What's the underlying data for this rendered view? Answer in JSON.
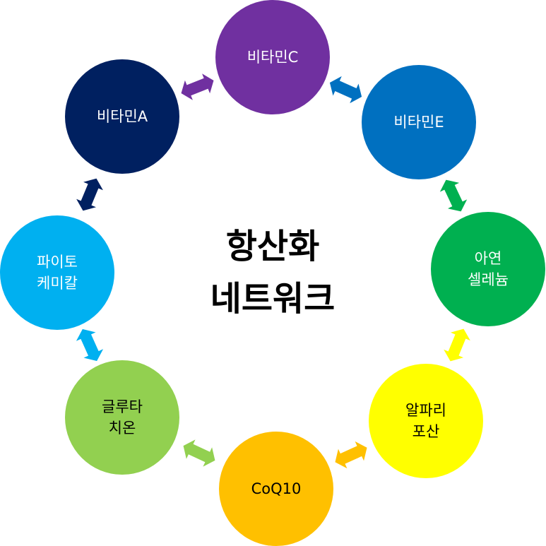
{
  "title": {
    "line1": "항산화",
    "line2": "네트워크"
  },
  "nodes": [
    {
      "id": "vitamin-c",
      "lines": [
        "비타민C"
      ],
      "color": "#7030A0",
      "text_color": "#ffffff"
    },
    {
      "id": "vitamin-e",
      "lines": [
        "비타민E"
      ],
      "color": "#0070C0",
      "text_color": "#ffffff"
    },
    {
      "id": "zinc-selenium",
      "lines": [
        "아연",
        "셀레늄"
      ],
      "color": "#00B050",
      "text_color": "#ffffff"
    },
    {
      "id": "alpha-lipoic-acid",
      "lines": [
        "알파리",
        "포산"
      ],
      "color": "#FFFF00",
      "text_color": "#000000"
    },
    {
      "id": "coq10",
      "lines": [
        "CoQ10"
      ],
      "color": "#FFC000",
      "text_color": "#000000"
    },
    {
      "id": "glutathione",
      "lines": [
        "글루타",
        "치온"
      ],
      "color": "#92D050",
      "text_color": "#000000"
    },
    {
      "id": "phytochemical",
      "lines": [
        "파이토",
        "케미칼"
      ],
      "color": "#00B0F0",
      "text_color": "#ffffff"
    },
    {
      "id": "vitamin-a",
      "lines": [
        "비타민A"
      ],
      "color": "#002060",
      "text_color": "#ffffff"
    }
  ],
  "connectors": [
    {
      "between": [
        "vitamin-c",
        "vitamin-e"
      ],
      "color": "#0070C0"
    },
    {
      "between": [
        "vitamin-e",
        "zinc-selenium"
      ],
      "color": "#00B050"
    },
    {
      "between": [
        "zinc-selenium",
        "alpha-lipoic-acid"
      ],
      "color": "#FFFF00"
    },
    {
      "between": [
        "alpha-lipoic-acid",
        "coq10"
      ],
      "color": "#FFC000"
    },
    {
      "between": [
        "coq10",
        "glutathione"
      ],
      "color": "#92D050"
    },
    {
      "between": [
        "glutathione",
        "phytochemical"
      ],
      "color": "#00B0F0"
    },
    {
      "between": [
        "phytochemical",
        "vitamin-a"
      ],
      "color": "#002060"
    },
    {
      "between": [
        "vitamin-a",
        "vitamin-c"
      ],
      "color": "#7030A0"
    }
  ]
}
